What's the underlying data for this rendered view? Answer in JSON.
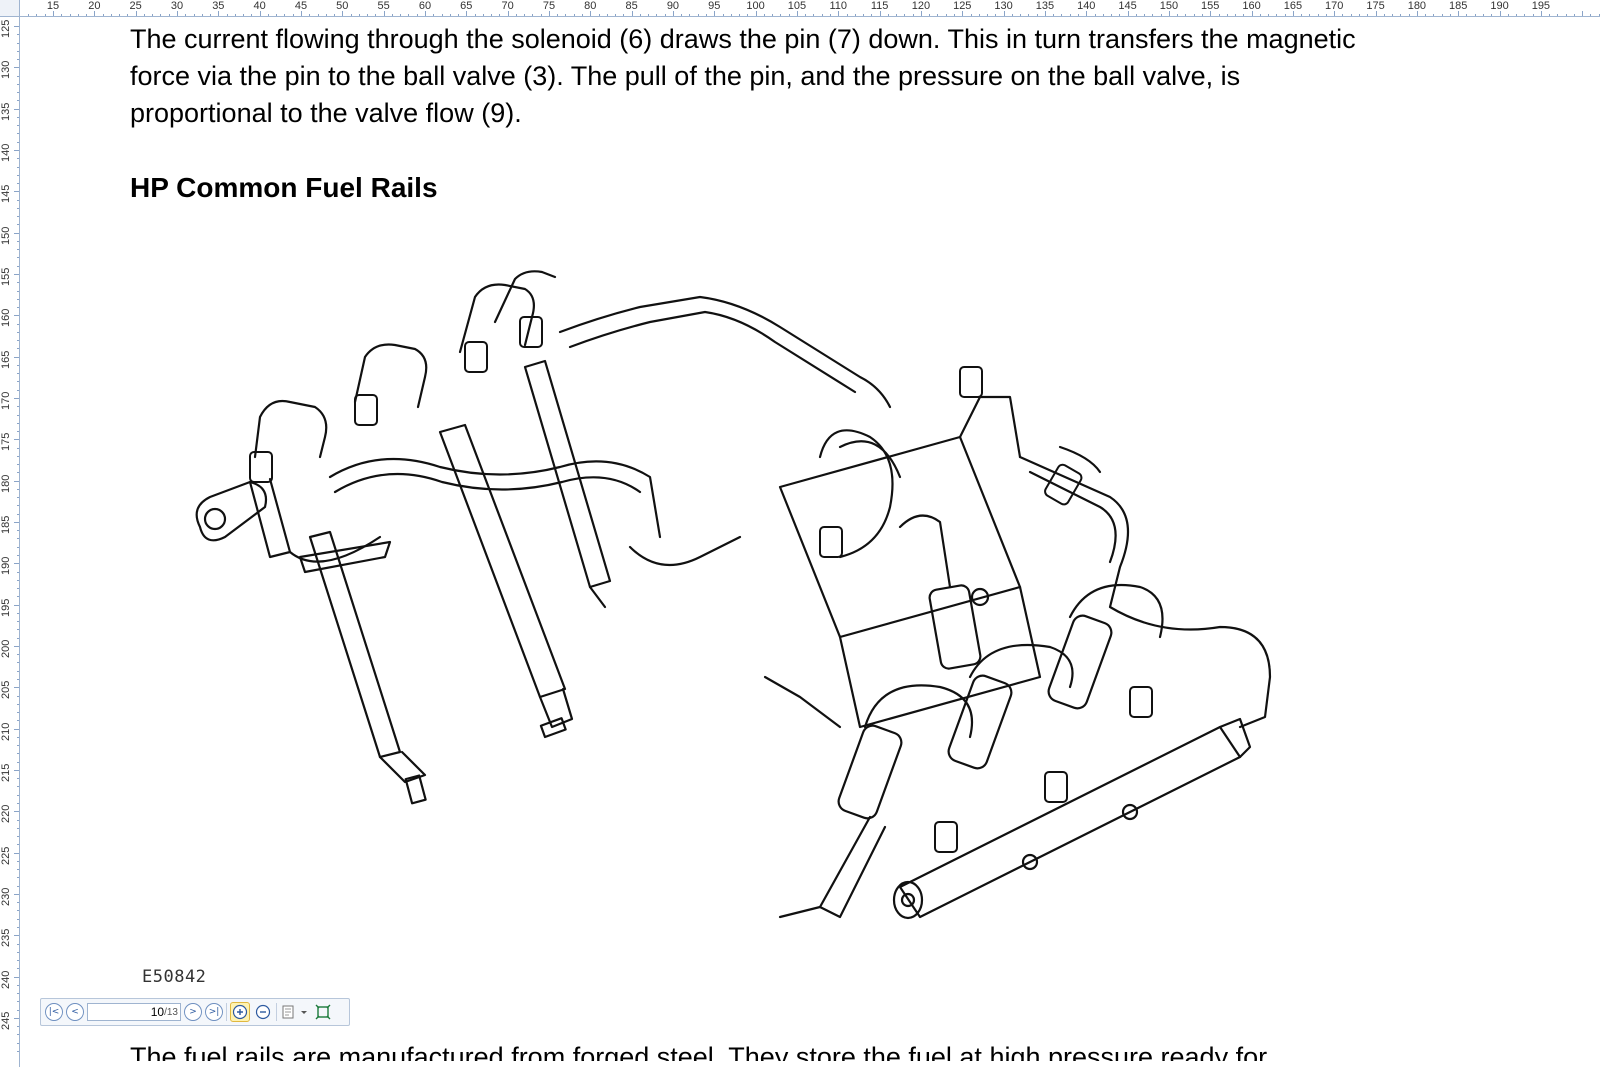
{
  "ruler_top_labels": [
    "15",
    "20",
    "25",
    "30",
    "35",
    "40",
    "45",
    "50",
    "55",
    "60",
    "65",
    "70",
    "75",
    "80",
    "85",
    "90",
    "95",
    "100",
    "105",
    "110",
    "115",
    "120",
    "125",
    "130",
    "135",
    "140",
    "145",
    "150",
    "155",
    "160",
    "165",
    "170",
    "175",
    "180",
    "185",
    "190",
    "195"
  ],
  "ruler_left_labels": [
    "125",
    "130",
    "135",
    "140",
    "145",
    "150",
    "155",
    "160",
    "165",
    "170",
    "175",
    "180",
    "185",
    "190",
    "195",
    "200",
    "205",
    "210",
    "215",
    "220",
    "225",
    "230",
    "235",
    "240",
    "245"
  ],
  "document": {
    "para1_line1": "The current flowing through the solenoid (6) draws the pin (7) down. This in turn transfers the magnetic",
    "para1_line2": "force via the pin to the ball valve (3). The pull of the pin, and the pressure on the ball valve, is",
    "para1_line3": "proportional to the valve flow (9).",
    "heading": "HP Common Fuel Rails",
    "figure_id": "E50842",
    "para2_partial": "The fuel rails are manufactured from forged steel. They store the fuel at high pressure ready for"
  },
  "toolbar": {
    "current_page": "10",
    "total_pages": "/13",
    "icons": [
      "first-page-icon",
      "prev-page-icon",
      "next-page-icon",
      "last-page-icon",
      "zoom-in-icon",
      "zoom-out-icon",
      "fit-mode-icon",
      "fullscreen-icon"
    ]
  }
}
